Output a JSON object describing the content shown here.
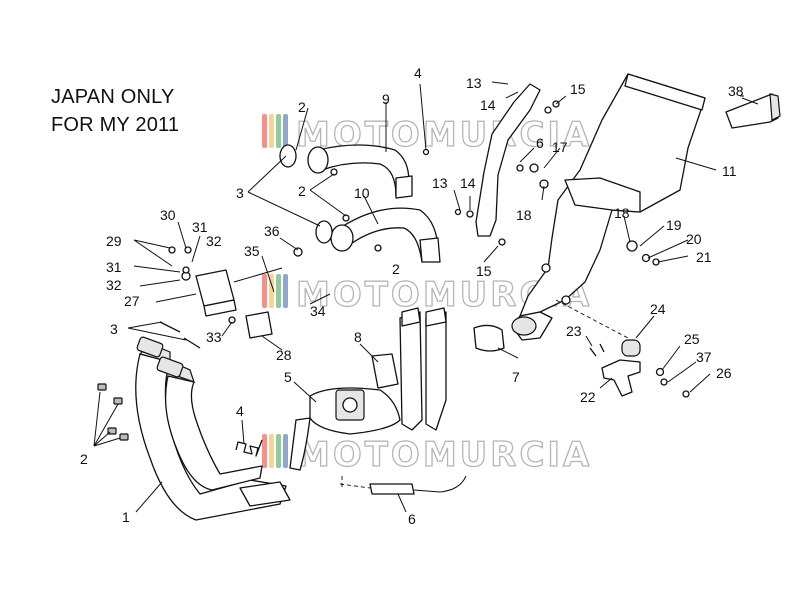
{
  "note": {
    "line1": "JAPAN ONLY",
    "line2": "FOR MY 2011"
  },
  "watermark": {
    "text": "MOTOMURCIA",
    "colors": [
      "#e23a2e",
      "#f2b233",
      "#3a9a4a",
      "#2f5fa8"
    ]
  },
  "callouts": [
    {
      "id": "c1",
      "text": "1"
    },
    {
      "id": "c2a",
      "text": "2"
    },
    {
      "id": "c2b",
      "text": "2"
    },
    {
      "id": "c2c",
      "text": "2"
    },
    {
      "id": "c2d",
      "text": "2"
    },
    {
      "id": "c3a",
      "text": "3"
    },
    {
      "id": "c3b",
      "text": "3"
    },
    {
      "id": "c4a",
      "text": "4"
    },
    {
      "id": "c4b",
      "text": "4"
    },
    {
      "id": "c5",
      "text": "5"
    },
    {
      "id": "c6a",
      "text": "6"
    },
    {
      "id": "c6b",
      "text": "6"
    },
    {
      "id": "c7",
      "text": "7"
    },
    {
      "id": "c8",
      "text": "8"
    },
    {
      "id": "c9",
      "text": "9"
    },
    {
      "id": "c10",
      "text": "10"
    },
    {
      "id": "c11",
      "text": "11"
    },
    {
      "id": "c13a",
      "text": "13"
    },
    {
      "id": "c13b",
      "text": "13"
    },
    {
      "id": "c14a",
      "text": "14"
    },
    {
      "id": "c14b",
      "text": "14"
    },
    {
      "id": "c15a",
      "text": "15"
    },
    {
      "id": "c15b",
      "text": "15"
    },
    {
      "id": "c17",
      "text": "17"
    },
    {
      "id": "c18a",
      "text": "18"
    },
    {
      "id": "c18b",
      "text": "18"
    },
    {
      "id": "c19",
      "text": "19"
    },
    {
      "id": "c20",
      "text": "20"
    },
    {
      "id": "c21",
      "text": "21"
    },
    {
      "id": "c22",
      "text": "22"
    },
    {
      "id": "c23",
      "text": "23"
    },
    {
      "id": "c24",
      "text": "24"
    },
    {
      "id": "c25",
      "text": "25"
    },
    {
      "id": "c26",
      "text": "26"
    },
    {
      "id": "c27",
      "text": "27"
    },
    {
      "id": "c28",
      "text": "28"
    },
    {
      "id": "c29",
      "text": "29"
    },
    {
      "id": "c30",
      "text": "30"
    },
    {
      "id": "c31a",
      "text": "31"
    },
    {
      "id": "c31b",
      "text": "31"
    },
    {
      "id": "c32a",
      "text": "32"
    },
    {
      "id": "c32b",
      "text": "32"
    },
    {
      "id": "c33",
      "text": "33"
    },
    {
      "id": "c34",
      "text": "34"
    },
    {
      "id": "c35",
      "text": "35"
    },
    {
      "id": "c36",
      "text": "36"
    },
    {
      "id": "c37",
      "text": "37"
    },
    {
      "id": "c38",
      "text": "38"
    }
  ]
}
